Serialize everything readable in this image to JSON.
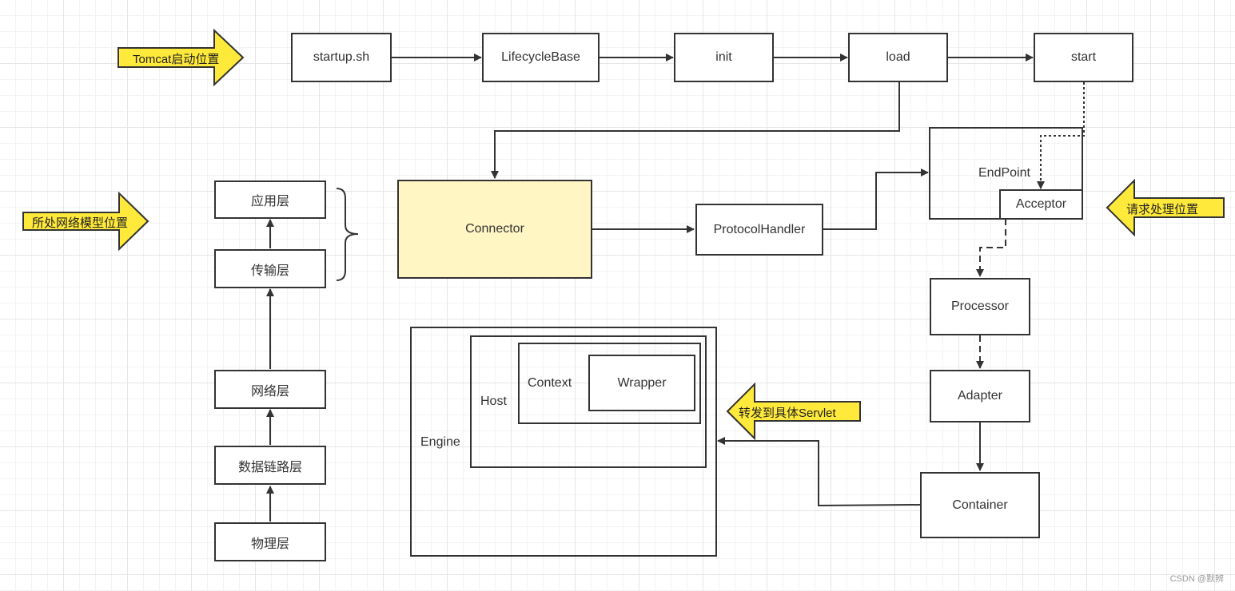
{
  "callouts": {
    "tomcat_start": "Tomcat启动位置",
    "network_model": "所处网络模型位置",
    "request_handling": "请求处理位置",
    "forward_servlet": "转发到具体Servlet"
  },
  "startup_flow": {
    "startup_sh": "startup.sh",
    "lifecycle_base": "LifecycleBase",
    "init": "init",
    "load": "load",
    "start": "start"
  },
  "network_layers": {
    "application": "应用层",
    "transport": "传输层",
    "network": "网络层",
    "data_link": "数据链路层",
    "physical": "物理层"
  },
  "components": {
    "connector": "Connector",
    "protocol_handler": "ProtocolHandler",
    "endpoint": "EndPoint",
    "acceptor": "Acceptor",
    "processor": "Processor",
    "adapter": "Adapter",
    "container": "Container"
  },
  "container_hierarchy": {
    "engine": "Engine",
    "host": "Host",
    "context": "Context",
    "wrapper": "Wrapper"
  },
  "watermark": "CSDN @默辨",
  "colors": {
    "callout_fill": "#ffe93a",
    "connector_fill": "#fff6c4",
    "stroke": "#333333"
  }
}
